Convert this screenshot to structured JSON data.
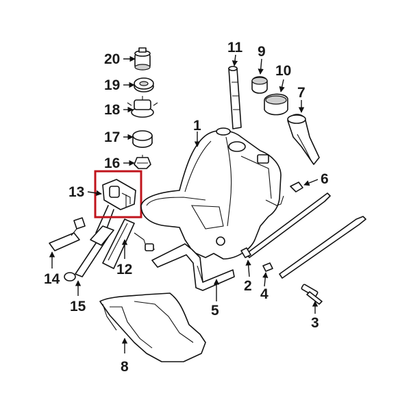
{
  "callouts": {
    "c1": "1",
    "c2": "2",
    "c3": "3",
    "c4": "4",
    "c5": "5",
    "c6": "6",
    "c7": "7",
    "c8": "8",
    "c9": "9",
    "c10": "10",
    "c11": "11",
    "c12": "12",
    "c13": "13",
    "c14": "14",
    "c15": "15",
    "c16": "16",
    "c17": "17",
    "c18": "18",
    "c19": "19",
    "c20": "20"
  },
  "highlight": {
    "callout": "13",
    "color": "#c0141c"
  },
  "colors": {
    "line": "#111111",
    "shade": "#cfcfcf",
    "background": "#ffffff"
  }
}
